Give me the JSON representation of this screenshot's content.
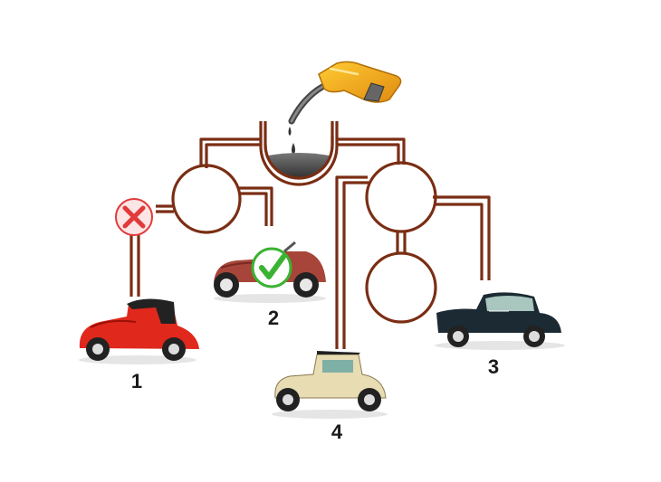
{
  "puzzle": {
    "cars": [
      {
        "label": "1",
        "result": "cross"
      },
      {
        "label": "2",
        "result": "check"
      },
      {
        "label": "3",
        "result": "none"
      },
      {
        "label": "4",
        "result": "none"
      }
    ],
    "icons": {
      "pump": "fuel-nozzle-icon",
      "check": "check-mark-icon",
      "cross": "cross-mark-icon"
    },
    "colors": {
      "pipe": "#7a2e14",
      "fuel": "#e8a21a",
      "oil": "#555555",
      "check": "#3bb332",
      "cross": "#e23a3a"
    }
  }
}
